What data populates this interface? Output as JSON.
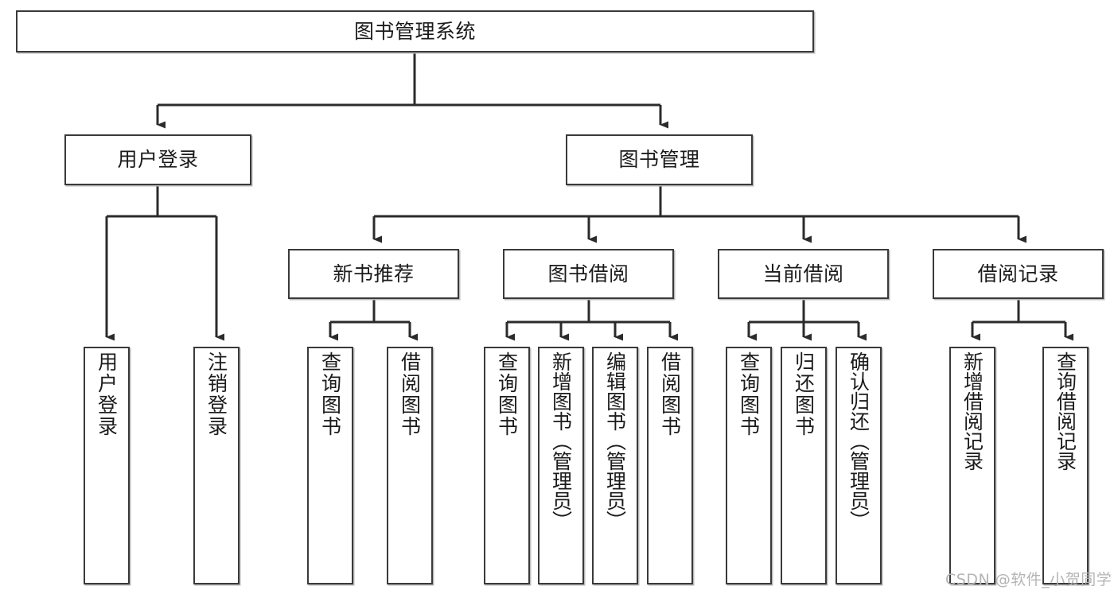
{
  "diagram": {
    "title": "图书管理系统",
    "type": "tree-hierarchy",
    "root": {
      "id": "root",
      "label": "图书管理系统"
    },
    "level2": [
      {
        "id": "user-login",
        "label": "用户登录"
      },
      {
        "id": "book-management",
        "label": "图书管理"
      }
    ],
    "level3": [
      {
        "id": "new-book-recommend",
        "label": "新书推荐",
        "parent": "book-management"
      },
      {
        "id": "book-borrow",
        "label": "图书借阅",
        "parent": "book-management"
      },
      {
        "id": "current-borrow",
        "label": "当前借阅",
        "parent": "book-management"
      },
      {
        "id": "borrow-record",
        "label": "借阅记录",
        "parent": "book-management"
      }
    ],
    "leaves": [
      {
        "id": "leaf-user-login",
        "label": "用户登录",
        "parent": "user-login"
      },
      {
        "id": "leaf-logout-login",
        "label": "注销登录",
        "parent": "user-login"
      },
      {
        "id": "leaf-query-book-1",
        "label": "查询图书",
        "parent": "new-book-recommend"
      },
      {
        "id": "leaf-borrow-book-1",
        "label": "借阅图书",
        "parent": "new-book-recommend"
      },
      {
        "id": "leaf-query-book-2",
        "label": "查询图书",
        "parent": "book-borrow"
      },
      {
        "id": "leaf-add-book",
        "label": "新增图书（管理员）",
        "parent": "book-borrow"
      },
      {
        "id": "leaf-edit-book",
        "label": "编辑图书（管理员）",
        "parent": "book-borrow"
      },
      {
        "id": "leaf-borrow-book-2",
        "label": "借阅图书",
        "parent": "book-borrow"
      },
      {
        "id": "leaf-query-book-3",
        "label": "查询图书",
        "parent": "current-borrow"
      },
      {
        "id": "leaf-return-book",
        "label": "归还图书",
        "parent": "current-borrow"
      },
      {
        "id": "leaf-confirm-return",
        "label": "确认归还（管理员）",
        "parent": "current-borrow"
      },
      {
        "id": "leaf-add-record",
        "label": "新增借阅记录",
        "parent": "borrow-record"
      },
      {
        "id": "leaf-query-record",
        "label": "查询借阅记录",
        "parent": "borrow-record"
      }
    ],
    "colors": {
      "node_border": "#3a3a3a",
      "node_fill": "#ffffff",
      "edge": "#2b2b2b",
      "text": "#1b1b1b",
      "watermark": "#b4b4b4",
      "background": "#ffffff"
    }
  },
  "watermark": {
    "text": "CSDN @软件_小贺同学"
  }
}
